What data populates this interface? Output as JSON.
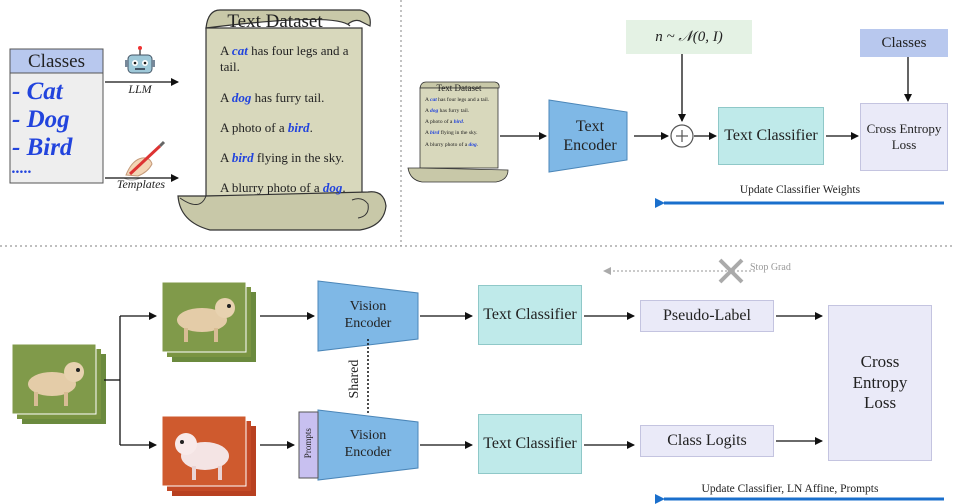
{
  "classes_panel": {
    "title": "Classes",
    "items": [
      "- Cat",
      "- Dog",
      "- Bird",
      "....."
    ]
  },
  "llm_label": "LLM",
  "templates_label": "Templates",
  "text_dataset": {
    "title": "Text Dataset",
    "sentences": [
      {
        "before": "A ",
        "word": "cat",
        "after": " has four legs and a tail."
      },
      {
        "before": "A ",
        "word": "dog",
        "after": " has furry tail."
      },
      {
        "before": "A photo of a ",
        "word": "bird",
        "after": "."
      },
      {
        "before": "A ",
        "word": "bird",
        "after": " flying in the sky."
      },
      {
        "before": "A blurry photo of a ",
        "word": "dog",
        "after": "."
      }
    ]
  },
  "top_pipeline": {
    "noise_formula": "n ~ 𝒩(0, I)",
    "text_encoder": "Text Encoder",
    "text_classifier": "Text Classifier",
    "classes": "Classes",
    "loss": "Cross Entropy Loss",
    "update_label": "Update Classifier Weights"
  },
  "bottom_pipeline": {
    "stop_grad": "Stop Grad",
    "vision_encoder": "Vision Encoder",
    "shared": "Shared",
    "prompts": "Prompts",
    "text_classifier": "Text Classifier",
    "pseudo_label": "Pseudo-Label",
    "class_logits": "Class Logits",
    "loss": "Cross Entropy Loss",
    "update_label": "Update Classifier, LN Affine, Prompts"
  },
  "colors": {
    "encoder": "#7fb8e6",
    "classifier": "#bfeaea",
    "loss_box": "#eaeaf8",
    "classes_header": "#b8c8ee",
    "noise_bg": "#e4f2e4",
    "scroll": "#d8d8bc",
    "arrow_blue": "#1a6fcc"
  }
}
